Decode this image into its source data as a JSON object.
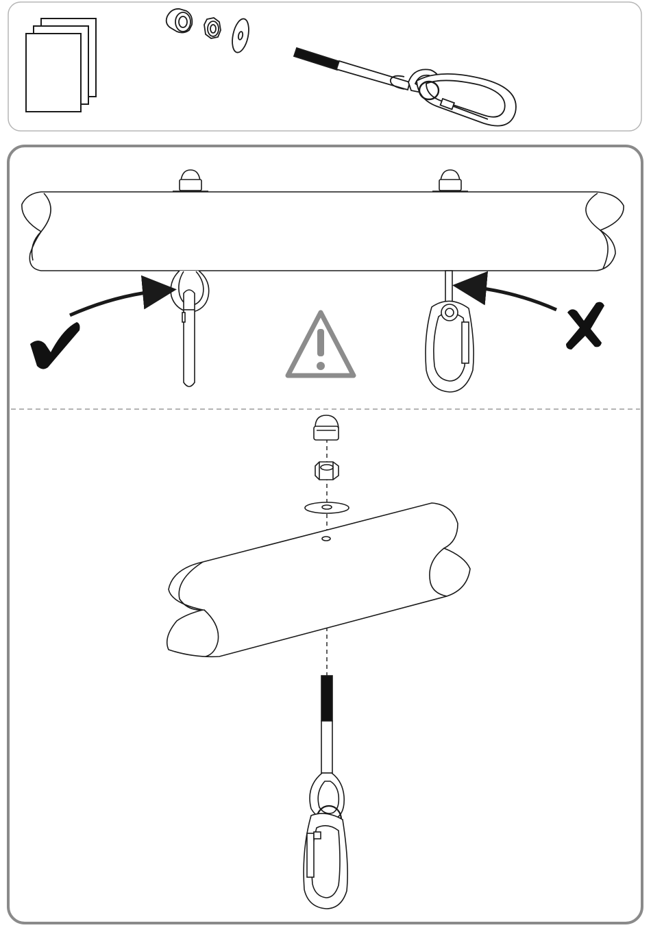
{
  "parts_panel": {
    "items": [
      {
        "icon": "documents-icon"
      },
      {
        "icon": "cap-nut-icon"
      },
      {
        "icon": "lock-nut-icon"
      },
      {
        "icon": "washer-icon"
      },
      {
        "icon": "eye-bolt-with-carabiner-icon"
      }
    ]
  },
  "instruction_panel": {
    "correct_example": {
      "mark_icon": "checkmark-icon",
      "meaning": "correct"
    },
    "incorrect_example": {
      "mark_icon": "cross-icon",
      "meaning": "incorrect"
    },
    "warning_icon": "warning-triangle-icon",
    "assembly_order": [
      "cap-nut",
      "lock-nut",
      "washer",
      "beam",
      "eye-bolt",
      "carabiner"
    ]
  },
  "colors": {
    "stroke": "#1a1a1a",
    "panel_border": "#9a9a9a",
    "warning": "#8c8c8c",
    "bolt_thread": "#111111"
  }
}
